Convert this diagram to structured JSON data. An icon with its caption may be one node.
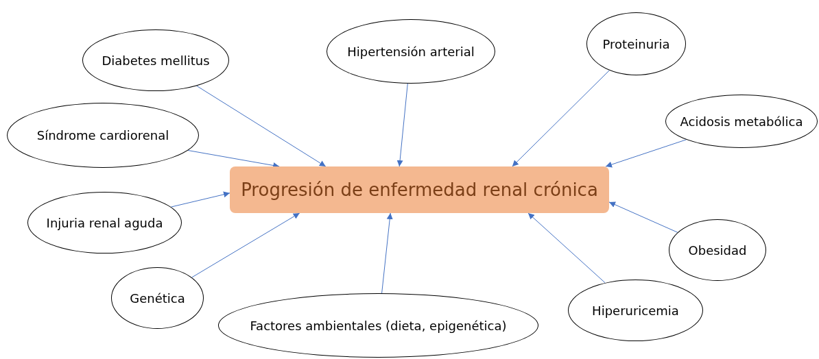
{
  "diagram": {
    "nodes": [
      {
        "text": [
          "Diabetes mellitus"
        ]
      },
      {
        "text": [
          "Hipertensión arterial"
        ]
      },
      {
        "text": [
          "Proteinuria"
        ]
      },
      {
        "text": [
          "Síndrome cardiorenal"
        ]
      },
      {
        "text": [
          "Acidosis metabólica"
        ]
      },
      {
        "text": [
          "Progresión de enfermedad renal crónica"
        ]
      },
      {
        "text": [
          "Injuria renal aguda"
        ]
      },
      {
        "text": [
          "Obesidad"
        ]
      },
      {
        "text": [
          "Genética"
        ]
      },
      {
        "text": [
          "Factores ambientales (dieta, epigenética)"
        ]
      },
      {
        "text": [
          "Hiperuricemia"
        ]
      }
    ],
    "edges": [
      {
        "from": 0,
        "to": 5,
        "arrow": "to"
      },
      {
        "from": 1,
        "to": 5,
        "arrow": "to"
      },
      {
        "from": 2,
        "to": 5,
        "arrow": "to"
      },
      {
        "from": 3,
        "to": 5,
        "arrow": "to"
      },
      {
        "from": 4,
        "to": 5,
        "arrow": "to"
      },
      {
        "from": 6,
        "to": 5,
        "arrow": "to"
      },
      {
        "from": 7,
        "to": 5,
        "arrow": "to"
      },
      {
        "from": 8,
        "to": 5,
        "arrow": "to"
      },
      {
        "from": 9,
        "to": 5,
        "arrow": "to"
      },
      {
        "from": 10,
        "to": 5,
        "arrow": "to"
      }
    ]
  }
}
